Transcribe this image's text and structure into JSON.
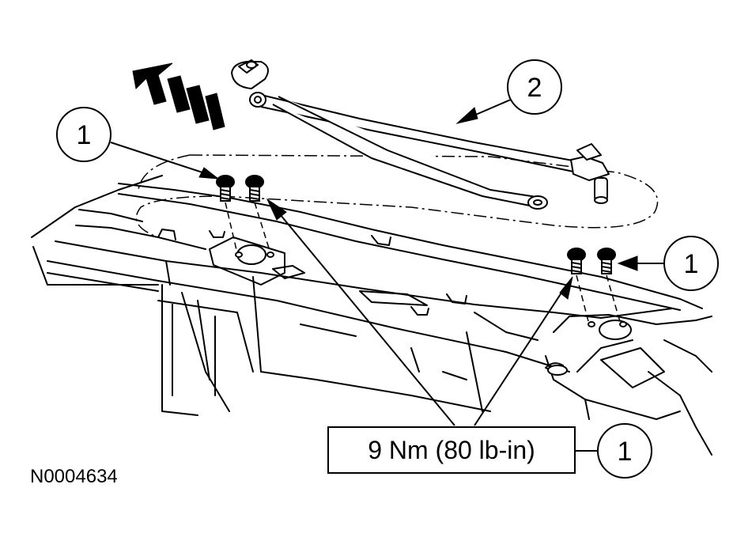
{
  "figure": {
    "id": "N0004634"
  },
  "callouts": [
    {
      "label": "1"
    },
    {
      "label": "2"
    },
    {
      "label": "1"
    },
    {
      "label": "1"
    }
  ],
  "torque_spec": {
    "text": "9 Nm (80 lb-in)"
  },
  "colors": {
    "ink": "#000000",
    "paper": "#ffffff"
  }
}
